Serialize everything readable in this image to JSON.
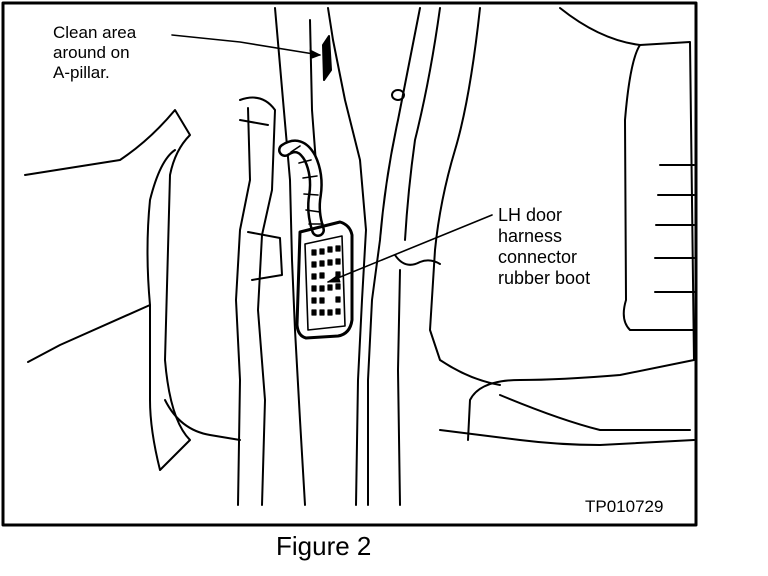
{
  "callouts": {
    "clean_area": [
      "Clean area",
      "around on",
      "A-pillar."
    ],
    "connector": [
      "LH door",
      "harness",
      "connector",
      "rubber boot"
    ]
  },
  "figure_code": "TP010729",
  "caption": "Figure 2"
}
